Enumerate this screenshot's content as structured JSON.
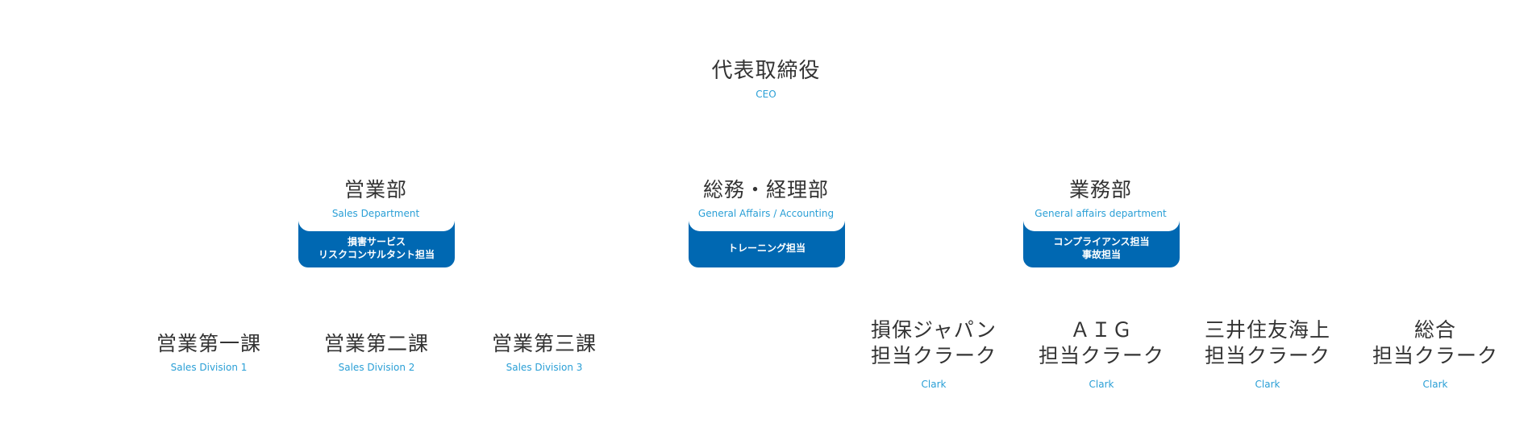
{
  "ceo": {
    "jp": "代表取締役",
    "en": "CEO"
  },
  "departments": [
    {
      "jp": "営業部",
      "en": "Sales Department",
      "tab": [
        "損害サービス",
        "リスクコンサルタント担当"
      ]
    },
    {
      "jp": "総務・経理部",
      "en": "General Affairs / Accounting",
      "tab": [
        "トレーニング担当"
      ]
    },
    {
      "jp": "業務部",
      "en": "General affairs department",
      "tab": [
        "コンプライアンス担当",
        "事故担当"
      ]
    }
  ],
  "sales_divisions": [
    {
      "jp": "営業第一課",
      "en": "Sales Division 1"
    },
    {
      "jp": "営業第二課",
      "en": "Sales Division 2"
    },
    {
      "jp": "営業第三課",
      "en": "Sales Division 3"
    }
  ],
  "clerks": [
    {
      "jp": [
        "損保ジャパン",
        "担当クラーク"
      ],
      "en": "Clark"
    },
    {
      "jp": [
        "ＡＩＧ",
        "担当クラーク"
      ],
      "en": "Clark"
    },
    {
      "jp": [
        "三井住友海上",
        "担当クラーク"
      ],
      "en": "Clark"
    },
    {
      "jp": [
        "総合",
        "担当クラーク"
      ],
      "en": "Clark"
    }
  ]
}
